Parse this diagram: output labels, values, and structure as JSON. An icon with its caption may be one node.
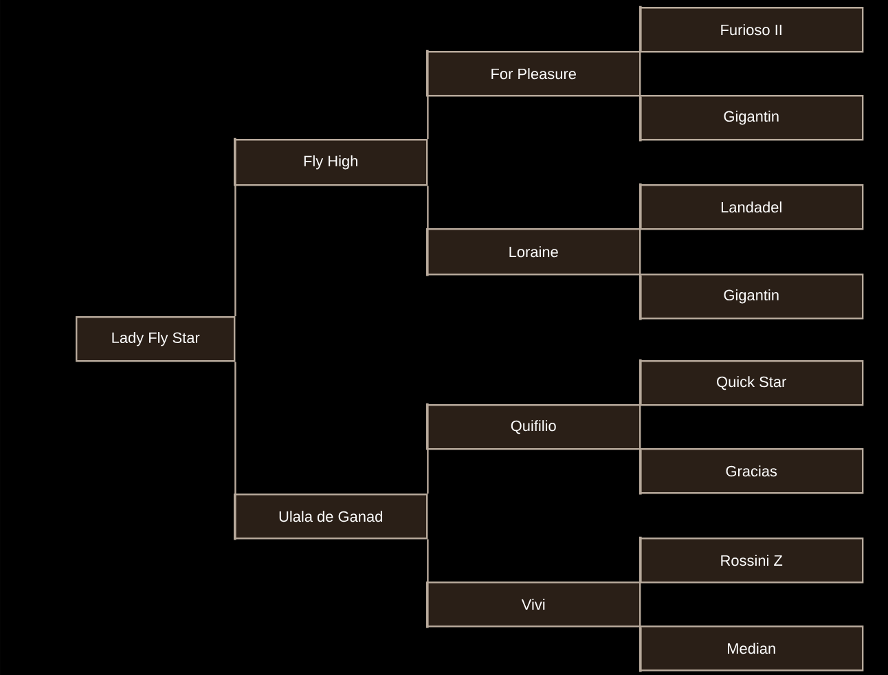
{
  "diagram": {
    "nodes": [
      {
        "text": [
          "Lady Fly Star"
        ]
      },
      {
        "text": [
          "Fly High"
        ]
      },
      {
        "text": [
          "For Pleasure"
        ]
      },
      {
        "text": [
          "Furioso II"
        ]
      },
      {
        "text": [
          "Gigantin"
        ]
      },
      {
        "text": [
          "Loraine"
        ]
      },
      {
        "text": [
          "Landadel"
        ]
      },
      {
        "text": [
          "Gigantin"
        ]
      },
      {
        "text": [
          "Ulala de Ganad"
        ]
      },
      {
        "text": [
          "Quifilio"
        ]
      },
      {
        "text": [
          "Quick Star"
        ]
      },
      {
        "text": [
          "Gracias"
        ]
      },
      {
        "text": [
          "Vivi"
        ]
      },
      {
        "text": [
          "Rossini Z"
        ]
      },
      {
        "text": [
          "Median"
        ]
      }
    ],
    "edges": [
      {
        "from": 0,
        "to": 1,
        "arrow": "none"
      },
      {
        "from": 0,
        "to": 8,
        "arrow": "none"
      },
      {
        "from": 1,
        "to": 2,
        "arrow": "none"
      },
      {
        "from": 1,
        "to": 5,
        "arrow": "none"
      },
      {
        "from": 2,
        "to": 3,
        "arrow": "none"
      },
      {
        "from": 2,
        "to": 4,
        "arrow": "none"
      },
      {
        "from": 5,
        "to": 6,
        "arrow": "none"
      },
      {
        "from": 5,
        "to": 7,
        "arrow": "none"
      },
      {
        "from": 8,
        "to": 9,
        "arrow": "none"
      },
      {
        "from": 8,
        "to": 12,
        "arrow": "none"
      },
      {
        "from": 9,
        "to": 10,
        "arrow": "none"
      },
      {
        "from": 9,
        "to": 11,
        "arrow": "none"
      },
      {
        "from": 12,
        "to": 13,
        "arrow": "none"
      },
      {
        "from": 12,
        "to": 14,
        "arrow": "none"
      }
    ]
  }
}
